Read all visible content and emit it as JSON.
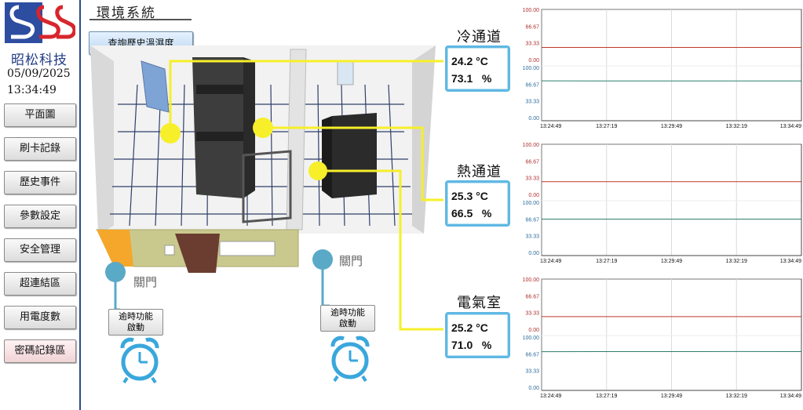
{
  "sidebar": {
    "company": "昭松科技",
    "date": "05/09/2025",
    "time": "13:34:49",
    "items": [
      {
        "label": "平面圖"
      },
      {
        "label": "刷卡記錄"
      },
      {
        "label": "歷史事件"
      },
      {
        "label": "參數設定"
      },
      {
        "label": "安全管理"
      },
      {
        "label": "超連結區"
      },
      {
        "label": "用電度數"
      },
      {
        "label": "密碼記錄區"
      }
    ]
  },
  "header": {
    "title": "環境系統",
    "history_button": "查詢歷史溫濕度"
  },
  "sensors": [
    {
      "name": "冷通道",
      "temp": "24.2 °C",
      "hum": "73.1   %"
    },
    {
      "name": "熱通道",
      "temp": "25.3 °C",
      "hum": "66.5   %"
    },
    {
      "name": "電氣室",
      "temp": "25.2 °C",
      "hum": "71.0   %"
    }
  ],
  "doors": [
    {
      "label": "關門",
      "button": [
        "逾時功能",
        "啟動"
      ]
    },
    {
      "label": "關門",
      "button": [
        "逾時功能",
        "啟動"
      ]
    }
  ],
  "colors": {
    "temp_line": "#c0392b",
    "hum_line": "#2e7d6b",
    "box_border": "#5fb8e3",
    "sensor_dot": "#f6ef2a",
    "door_dot": "#5aa9c7"
  },
  "chart_data": [
    {
      "type": "line",
      "name": "冷通道",
      "x": [
        "13:24:49",
        "13:27:19",
        "13:29:49",
        "13:32:19",
        "13:34:49"
      ],
      "temp_axis": {
        "ticks": [
          "100.00",
          "66.67",
          "33.33",
          "0.00"
        ],
        "ylim": [
          0,
          100
        ]
      },
      "hum_axis": {
        "ticks": [
          "100.00",
          "66.67",
          "33.33",
          "0.00"
        ],
        "ylim": [
          0,
          100
        ]
      },
      "series": [
        {
          "values": [
            24.2,
            24.2,
            24.2,
            24.2,
            24.2
          ]
        },
        {
          "values": [
            73.2,
            73.0,
            73.1,
            73.1,
            73.1
          ]
        }
      ]
    },
    {
      "type": "line",
      "name": "熱通道",
      "x": [
        "13:24:49",
        "13:27:19",
        "13:29:49",
        "13:32:19",
        "13:34:49"
      ],
      "temp_axis": {
        "ticks": [
          "100.00",
          "66.67",
          "33.33",
          "0.00"
        ],
        "ylim": [
          0,
          100
        ]
      },
      "hum_axis": {
        "ticks": [
          "100.00",
          "66.67",
          "33.33",
          "0.00"
        ],
        "ylim": [
          0,
          100
        ]
      },
      "series": [
        {
          "values": [
            25.3,
            25.3,
            25.3,
            25.3,
            25.3
          ]
        },
        {
          "values": [
            66.5,
            66.5,
            66.5,
            66.5,
            66.5
          ]
        }
      ]
    },
    {
      "type": "line",
      "name": "電氣室",
      "x": [
        "13:24:49",
        "13:27:19",
        "13:29:49",
        "13:32:19",
        "13:34:49"
      ],
      "temp_axis": {
        "ticks": [
          "100.00",
          "66.67",
          "33.33",
          "0.00"
        ],
        "ylim": [
          0,
          100
        ]
      },
      "hum_axis": {
        "ticks": [
          "100.00",
          "66.67",
          "33.33",
          "0.00"
        ],
        "ylim": [
          0,
          100
        ]
      },
      "series": [
        {
          "values": [
            25.2,
            25.2,
            25.2,
            25.2,
            25.2
          ]
        },
        {
          "values": [
            70.9,
            71.1,
            71.0,
            71.2,
            71.0
          ]
        }
      ]
    }
  ]
}
